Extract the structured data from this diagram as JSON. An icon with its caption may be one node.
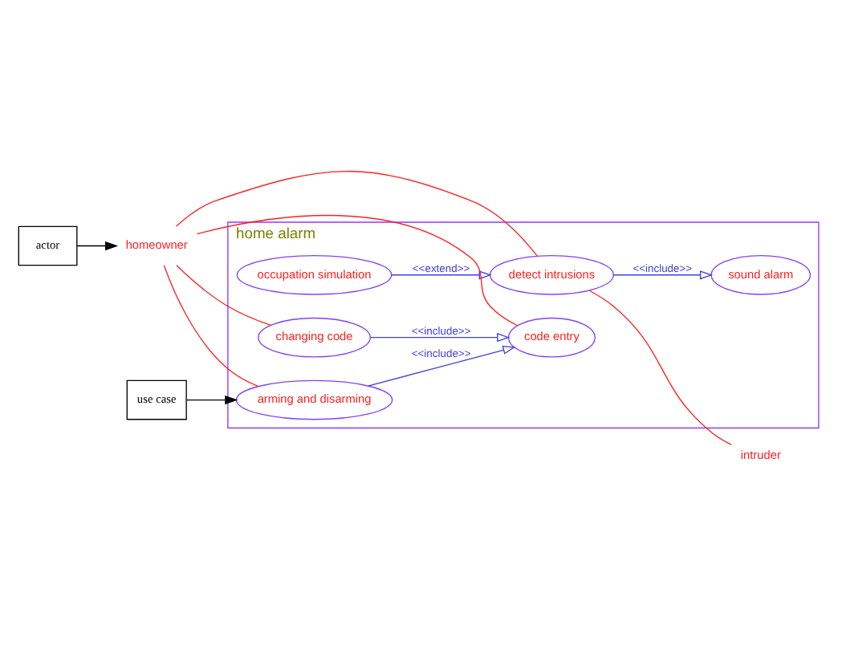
{
  "diagram": {
    "nodes": [
      {
        "text": [
          "home alarm"
        ]
      },
      {
        "text": [
          "occupation simulation"
        ],
        "in": 0
      },
      {
        "text": [
          "detect intrusions"
        ],
        "in": 0
      },
      {
        "text": [
          "sound alarm"
        ],
        "in": 0
      },
      {
        "text": [
          "arming and disarming"
        ],
        "in": 0
      },
      {
        "text": [
          "code entry"
        ],
        "in": 0
      },
      {
        "text": [
          "changing code"
        ],
        "in": 0
      },
      {
        "text": [
          "homeowner"
        ]
      },
      {
        "text": [
          "intruder"
        ]
      },
      {
        "text": [
          "actor"
        ]
      },
      {
        "text": [
          "use case"
        ]
      }
    ],
    "edges": [
      {
        "from": 1,
        "to": 2,
        "arrow": "to",
        "label": "<<extend>>",
        "color": "#4040e0"
      },
      {
        "from": 2,
        "to": 3,
        "arrow": "to",
        "label": "<<include>>",
        "color": "#4040e0"
      },
      {
        "from": 4,
        "to": 5,
        "arrow": "to",
        "label": "<<include>>",
        "color": "#4040e0"
      },
      {
        "from": 6,
        "to": 5,
        "arrow": "to",
        "label": "<<include>>",
        "color": "#4040e0"
      },
      {
        "from": 7,
        "to": 2,
        "arrow": "none"
      },
      {
        "from": 7,
        "to": 4,
        "arrow": "none"
      },
      {
        "from": 7,
        "to": 5,
        "arrow": "none"
      },
      {
        "from": 7,
        "to": 6,
        "arrow": "none"
      },
      {
        "from": 2,
        "to": 8,
        "arrow": "none"
      },
      {
        "from": 9,
        "to": 7,
        "arrow": "to",
        "color": "#000000"
      },
      {
        "from": 10,
        "to": 4,
        "arrow": "to",
        "color": "#000000"
      }
    ]
  }
}
